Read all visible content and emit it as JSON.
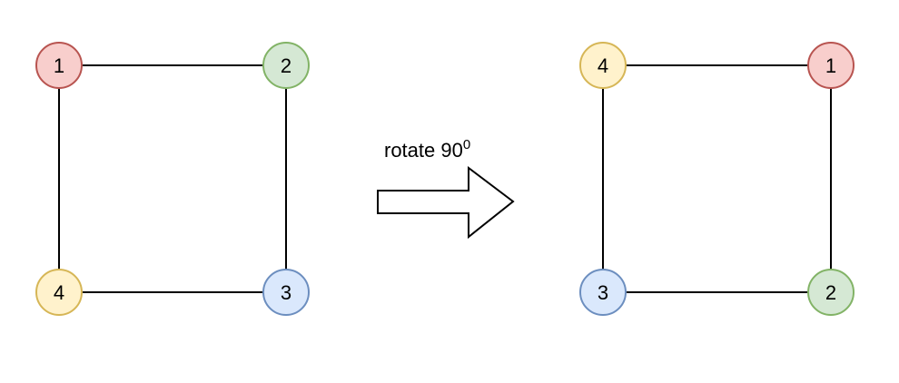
{
  "diagram": {
    "caption": {
      "text": "rotate 90",
      "superscript": "0"
    },
    "before": {
      "nodes": [
        {
          "id": "tl",
          "label": "1",
          "fill": "#f8cecc",
          "stroke": "#b85450"
        },
        {
          "id": "tr",
          "label": "2",
          "fill": "#d5e8d4",
          "stroke": "#82b366"
        },
        {
          "id": "br",
          "label": "3",
          "fill": "#dae8fc",
          "stroke": "#6c8ebf"
        },
        {
          "id": "bl",
          "label": "4",
          "fill": "#fff2cc",
          "stroke": "#d6b656"
        }
      ]
    },
    "after": {
      "nodes": [
        {
          "id": "tl",
          "label": "4",
          "fill": "#fff2cc",
          "stroke": "#d6b656"
        },
        {
          "id": "tr",
          "label": "1",
          "fill": "#f8cecc",
          "stroke": "#b85450"
        },
        {
          "id": "br",
          "label": "2",
          "fill": "#d5e8d4",
          "stroke": "#82b366"
        },
        {
          "id": "bl",
          "label": "3",
          "fill": "#dae8fc",
          "stroke": "#6c8ebf"
        }
      ]
    },
    "arrow": {
      "fill": "#ffffff",
      "stroke": "#000000",
      "icon": "right-block-arrow-icon"
    }
  }
}
